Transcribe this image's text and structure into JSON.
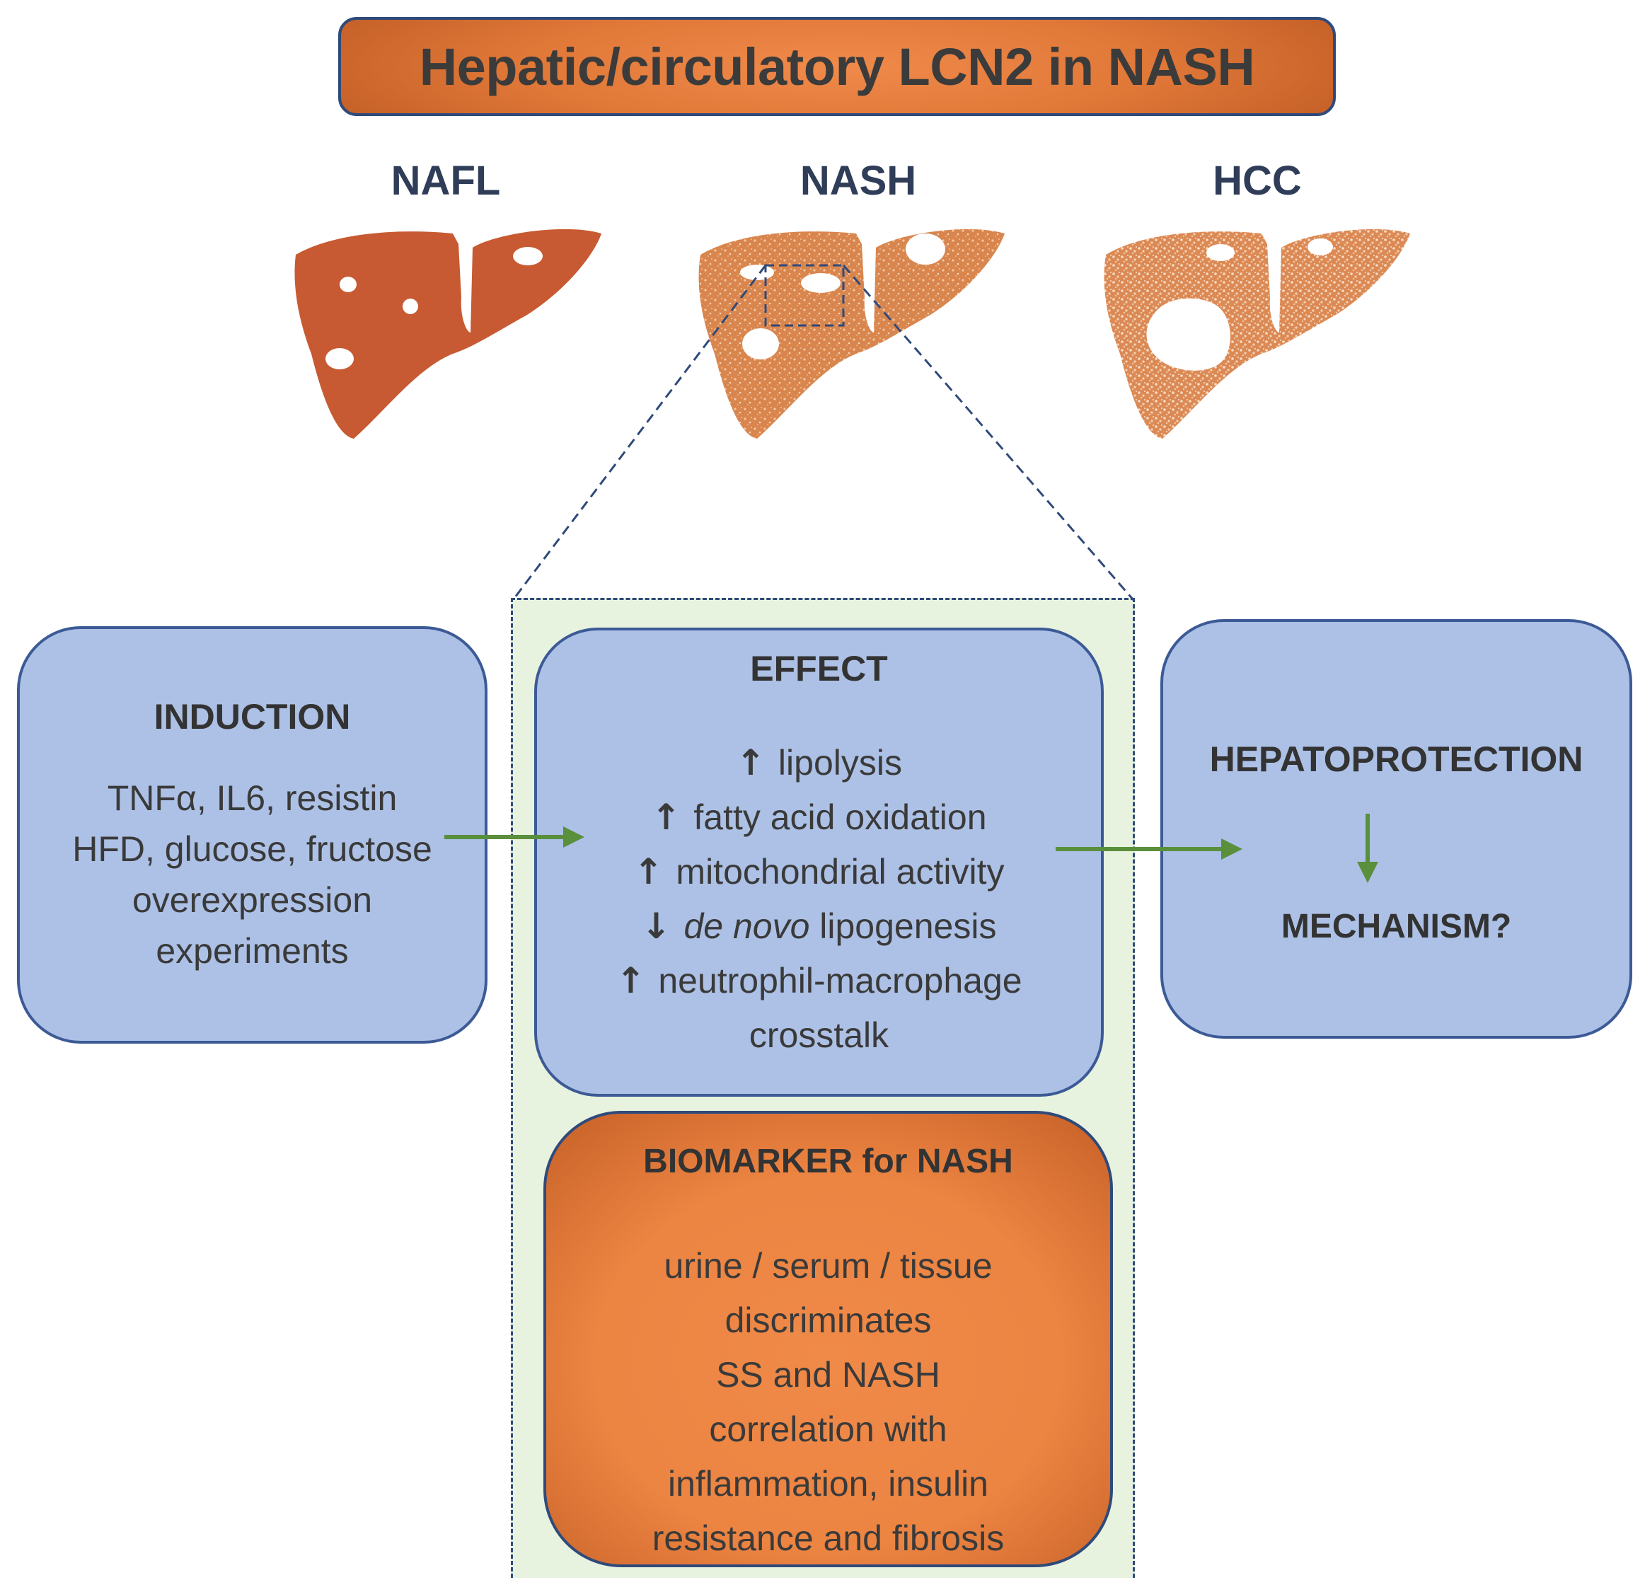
{
  "title": "Hepatic/circulatory LCN2 in NASH",
  "stages": [
    {
      "label": "NAFL"
    },
    {
      "label": "NASH"
    },
    {
      "label": "HCC"
    }
  ],
  "induction": {
    "title": "INDUCTION",
    "lines": [
      "TNFα, IL6, resistin",
      "HFD, glucose, fructose",
      "overexpression",
      "experiments"
    ]
  },
  "effect": {
    "title": "EFFECT",
    "items": [
      {
        "arrow": "↑",
        "text": "lipolysis"
      },
      {
        "arrow": "↑",
        "text": "fatty acid oxidation"
      },
      {
        "arrow": "↑",
        "text": "mitochondrial activity"
      },
      {
        "arrow": "↓",
        "italic": "de novo",
        "text": " lipogenesis"
      },
      {
        "arrow": "↑",
        "text": "neutrophil-macrophage"
      },
      {
        "arrow": "",
        "text": "crosstalk"
      }
    ]
  },
  "hepatoprotection": {
    "title": "HEPATOPROTECTION",
    "subtitle": "MECHANISM?"
  },
  "biomarker": {
    "title": "BIOMARKER for NASH",
    "lines": [
      "urine / serum / tissue",
      "discriminates",
      "SS and NASH",
      "correlation with",
      "inflammation, insulin",
      "resistance and  fibrosis"
    ]
  },
  "colors": {
    "blue_box": "#adc1e6",
    "border_blue": "#3c5a96",
    "orange": "#ec8442",
    "liver_nafl": "#c75a32",
    "liver_nash": "#d9864e",
    "arrow_green": "#5a8f3c",
    "panel_green": "#e8f3df"
  }
}
